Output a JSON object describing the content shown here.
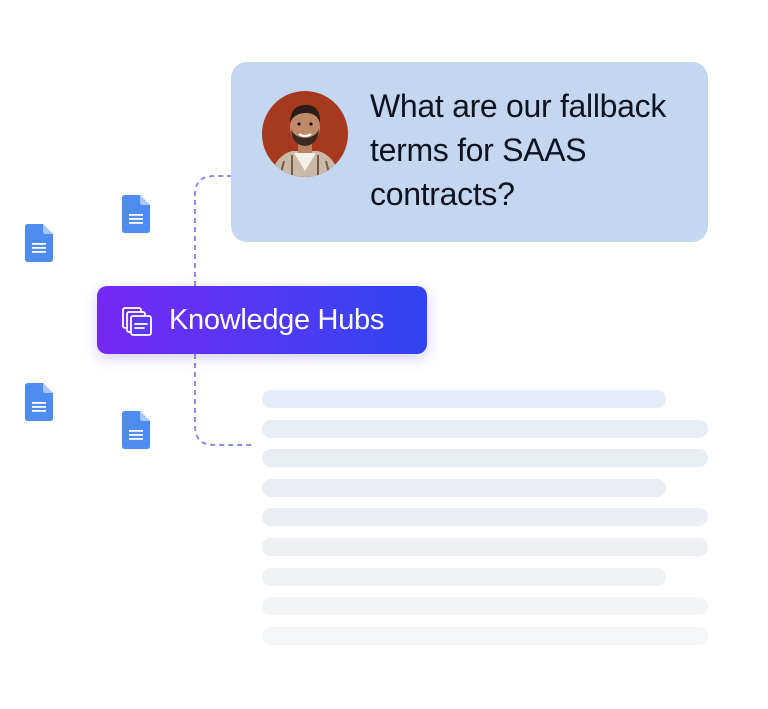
{
  "question": {
    "text": "What are our fallback terms for SAAS contracts?",
    "avatar_alt": "user avatar"
  },
  "knowledge_hub": {
    "label": "Knowledge Hubs",
    "icon": "folder-stack-icon"
  },
  "documents": [
    {
      "icon": "document-icon"
    },
    {
      "icon": "document-icon"
    },
    {
      "icon": "document-icon"
    },
    {
      "icon": "document-icon"
    }
  ],
  "answer_placeholder_lines": 9,
  "colors": {
    "bubble": "#c3d7f0",
    "hub_gradient_start": "#7628f6",
    "hub_gradient_end": "#2f45f3",
    "doc_icon": "#4e8df0",
    "connector": "#8c8ff0",
    "skeleton": "#e9edf3"
  }
}
